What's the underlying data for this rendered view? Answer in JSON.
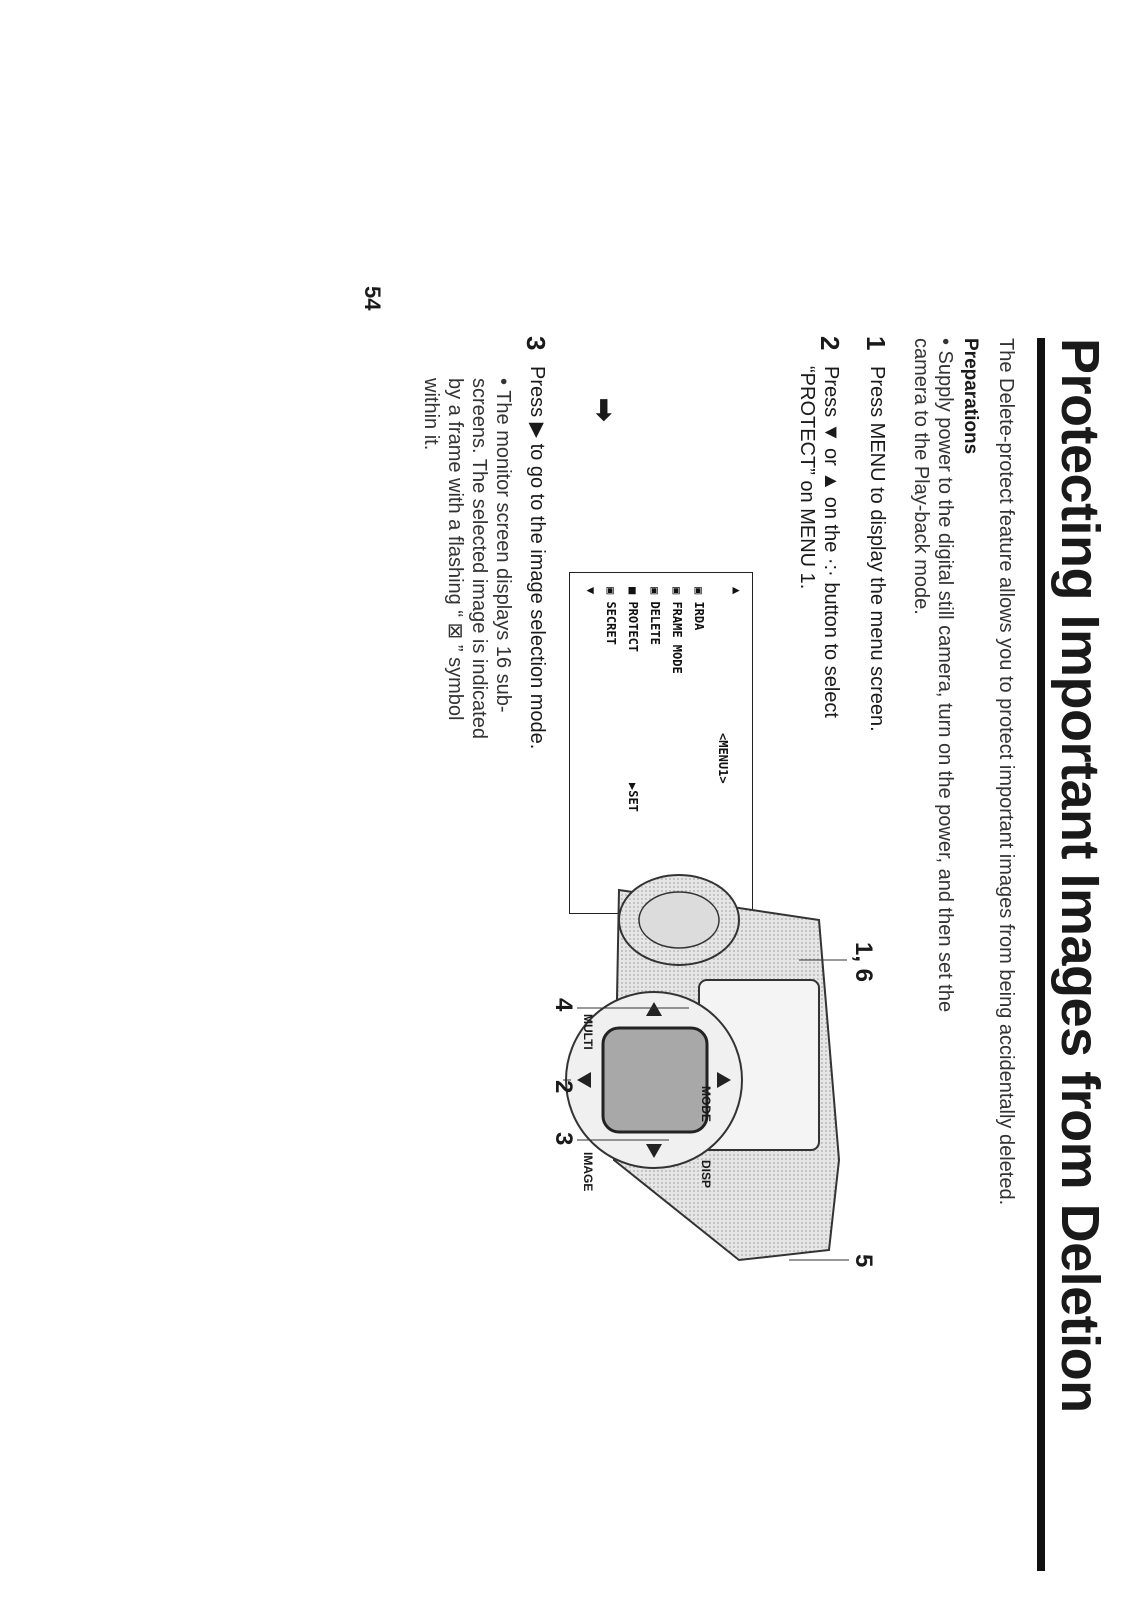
{
  "page": {
    "title": "Protecting Important Images from Deletion",
    "intro": "The Delete-protect feature allows you to protect important images from being accidentally deleted.",
    "preparations": {
      "heading": "Preparations",
      "text": "• Supply power to the digital still camera, turn on the power, and then set the camera to the Play-back mode."
    },
    "steps": [
      {
        "number": "1",
        "text": "Press MENU to display the menu screen."
      },
      {
        "number": "2",
        "text": "Press ▼ or ▲ on the ·:· button to select “PROTECT” on MENU 1."
      },
      {
        "number": "3",
        "text": "Press ▶ to go to the image selection mode.",
        "note": "• The monitor screen displays 16 sub-screens. The selected image is indicated by a frame with a flashing “ ⊠ ” symbol within it."
      }
    ],
    "menu_screen": {
      "top_marker": "▲",
      "header": "<MENU1>",
      "items": [
        "IRDA",
        "FRAME MODE",
        "DELETE",
        "PROTECT",
        "SECRET"
      ],
      "selected_item": "PROTECT",
      "set_label": "▶SET",
      "bottom_marker": "▼",
      "pointer": "➡"
    },
    "illustration": {
      "callouts": [
        "1, 6",
        "4",
        "5",
        "3",
        "2"
      ],
      "button_labels": [
        "MODE",
        "DISP",
        "MULTI",
        "IMAGE"
      ]
    },
    "page_number": "54"
  }
}
